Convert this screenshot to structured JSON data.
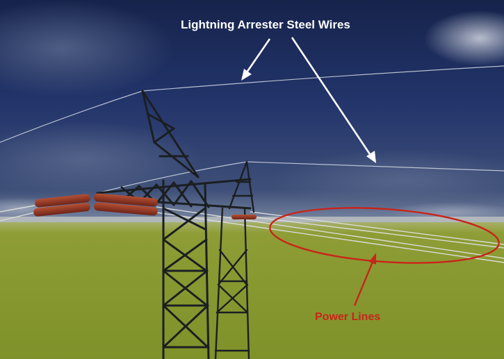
{
  "annotations": {
    "lightning_label": "Lightning Arrester Steel Wires",
    "power_label": "Power Lines"
  },
  "colors": {
    "sky_dark": "#14214a",
    "sky_mid": "#27396b",
    "ground": "#8a9a2c",
    "tower": "#1b1f22",
    "insulator": "#9a3a26",
    "arrow_white": "#ffffff",
    "annotation_red": "#c9241a"
  },
  "icons": {
    "lightning_arrows": "arrow-icon",
    "power_arrow": "arrow-icon",
    "power_ellipse": "ellipse-highlight"
  }
}
